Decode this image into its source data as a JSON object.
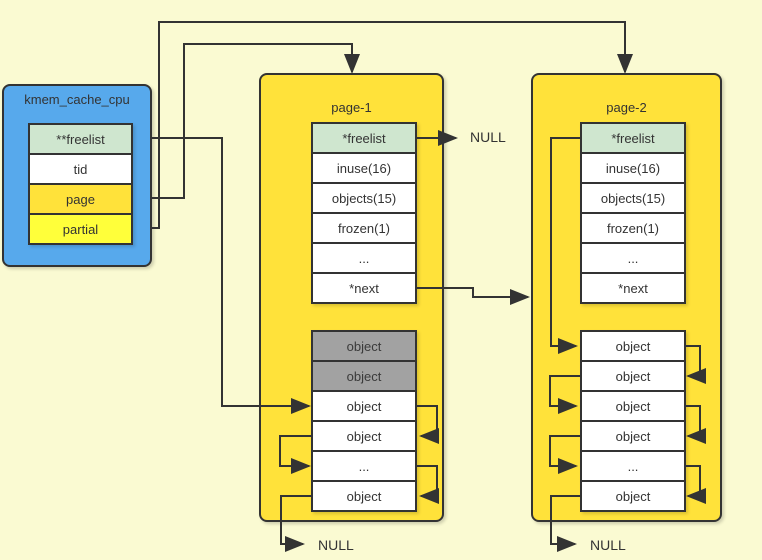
{
  "colors": {
    "background": "#fafad2",
    "cache_box": "#57a9ec",
    "page_box": "#ffe23a",
    "freelist_row": "#cfe6cf",
    "page_row": "#ffe23a",
    "partial_row": "#ffff3a",
    "used_object_row": "#a2a2a2",
    "free_object_row": "#ffffff",
    "line": "#333333"
  },
  "cache": {
    "title": "kmem_cache_cpu",
    "rows": [
      "**freelist",
      "tid",
      "page",
      "partial"
    ]
  },
  "page1": {
    "title": "page-1",
    "fields": [
      "*freelist",
      "inuse(16)",
      "objects(15)",
      "frozen(1)",
      "...",
      "*next"
    ],
    "objects": [
      "object",
      "object",
      "object",
      "object",
      "...",
      "object"
    ]
  },
  "page2": {
    "title": "page-2",
    "fields": [
      "*freelist",
      "inuse(16)",
      "objects(15)",
      "frozen(1)",
      "...",
      "*next"
    ],
    "objects": [
      "object",
      "object",
      "object",
      "object",
      "...",
      "object"
    ]
  },
  "labels": {
    "freelist_null": "NULL",
    "page1_null": "NULL",
    "page2_null": "NULL"
  }
}
